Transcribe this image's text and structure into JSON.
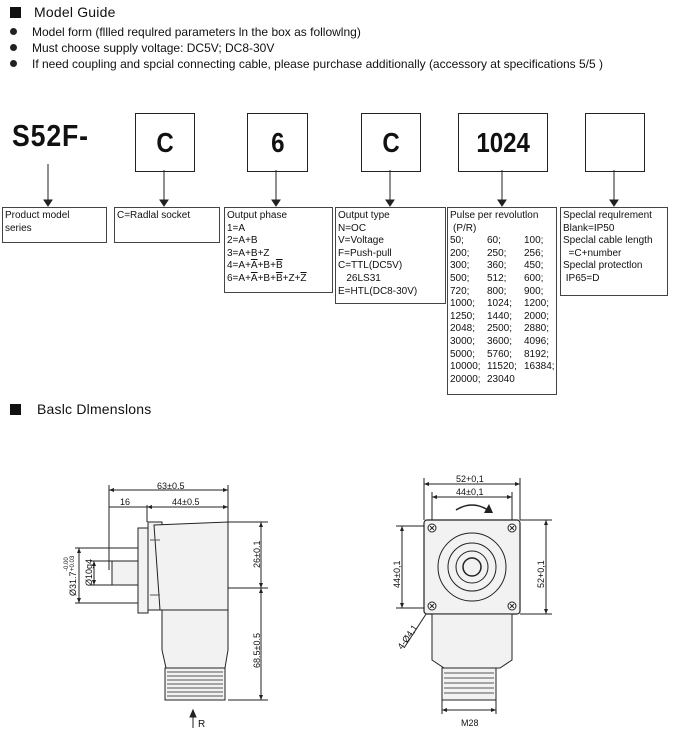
{
  "model_guide": {
    "title": "Model Guide",
    "bullets": [
      "Model form (fllled requlred parameters ln the box as followlng)",
      "Must choose supply voltage:  DC5V;  DC8-30V",
      "If need coupling and spcial connecting cable, please purchase additionally (accessory at specifications 5/5 )"
    ]
  },
  "code": {
    "prefix": "S52F-",
    "boxes": [
      "C",
      "6",
      "C",
      "1024",
      ""
    ]
  },
  "descriptions": {
    "product": [
      "Product model",
      "series"
    ],
    "socket": [
      "C=Radlal socket"
    ],
    "phase": {
      "title": "Output phase",
      "lines": [
        "1=A",
        "2=A+B",
        "3=A+B+Z"
      ],
      "line4": {
        "a": "4=A+",
        "b": "A",
        "c": "+B+",
        "d": "B"
      },
      "line6": {
        "a": "6=A+",
        "b": "A",
        "c": "+B+",
        "d": "B",
        "e": "+Z+",
        "f": "Z"
      }
    },
    "type": [
      "Output type",
      "N=OC",
      "V=Voltage",
      "F=Push-pull",
      "C=TTL(DC5V)",
      "   26LS31",
      "E=HTL(DC8-30V)"
    ],
    "pulse": {
      "title": "Pulse per revolutlon",
      "unit": "(P/R)",
      "values": [
        "50;",
        "60;",
        "100;",
        "200;",
        "250;",
        "256;",
        "300;",
        "360;",
        "450;",
        "500;",
        "512;",
        "600;",
        "720;",
        "800;",
        "900;",
        "1000;",
        "1024;",
        "1200;",
        "1250;",
        "1440;",
        "2000;",
        "2048;",
        "2500;",
        "2880;",
        "3000;",
        "3600;",
        "4096;",
        "5000;",
        "5760;",
        "8192;",
        "10000;",
        "11520;",
        "16384;",
        "20000;",
        "23040",
        ""
      ]
    },
    "special": [
      "Speclal requlrement",
      "Blank=IP50",
      "Speclal cable length",
      "  =C+number",
      "Speclal protectlon",
      " IP65=D"
    ]
  },
  "dimensions": {
    "title": "Baslc Dlmenslons",
    "side": {
      "d_total": "63±0.5",
      "d_16": "16",
      "d_44": "44±0.5",
      "d_26": "26±0.1",
      "d_68": "68.5±0.5",
      "d_dia31": "Ø31.7",
      "d_dia31_tol_top": "-0.00",
      "d_dia31_tol_bot": "+0.03",
      "d_dia10": "Ø10g4",
      "r_label": "R"
    },
    "front": {
      "d_52w": "52+0,1",
      "d_44w": "44±0,1",
      "d_52h": "52+0,1",
      "d_44h": "44±0,1",
      "d_holes": "4-Ø4,1",
      "d_m28": "M28"
    }
  }
}
